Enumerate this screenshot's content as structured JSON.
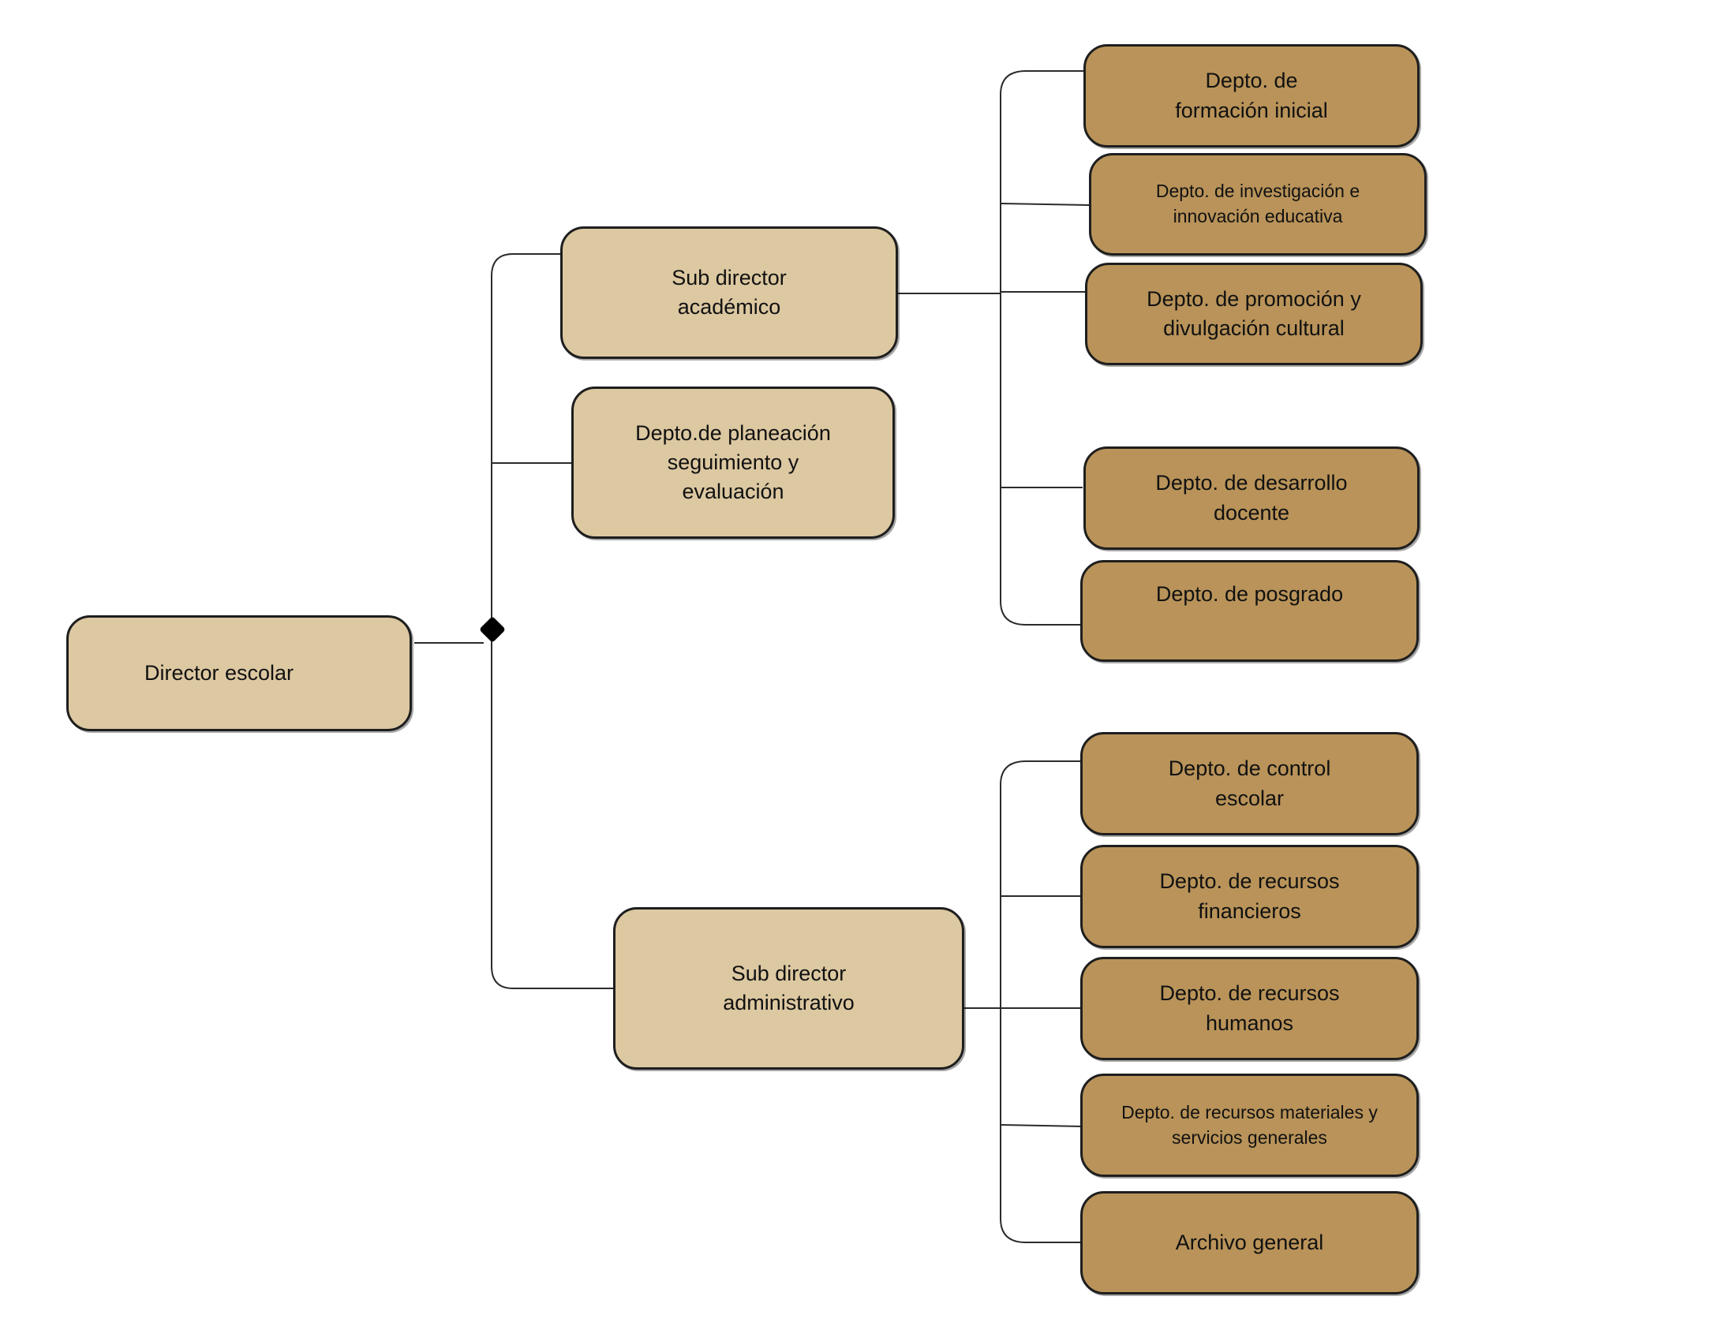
{
  "colors": {
    "level1_fill": "#dcc8a1",
    "level2_fill": "#b99359",
    "border": "#1e1e1e",
    "connector": "#2b2b2b"
  },
  "nodes": {
    "director": "Director escolar",
    "sub_academico": "Sub director\nacadémico",
    "planeacion": "Depto.de planeación\nseguimiento y\nevaluación",
    "sub_administrativo": "Sub director\nadministrativo",
    "formacion_inicial": "Depto. de\nformación inicial",
    "investigacion": "Depto. de investigación e\ninnovación educativa",
    "promocion": "Depto. de promoción y\ndivulgación cultural",
    "desarrollo_docente": "Depto. de desarrollo\ndocente",
    "posgrado": "Depto. de posgrado",
    "control_escolar": "Depto. de control\nescolar",
    "recursos_financieros": "Depto. de recursos\nfinancieros",
    "recursos_humanos": "Depto. de recursos\nhumanos",
    "recursos_materiales": "Depto. de recursos materiales y\nservicios generales",
    "archivo_general": "Archivo general"
  }
}
